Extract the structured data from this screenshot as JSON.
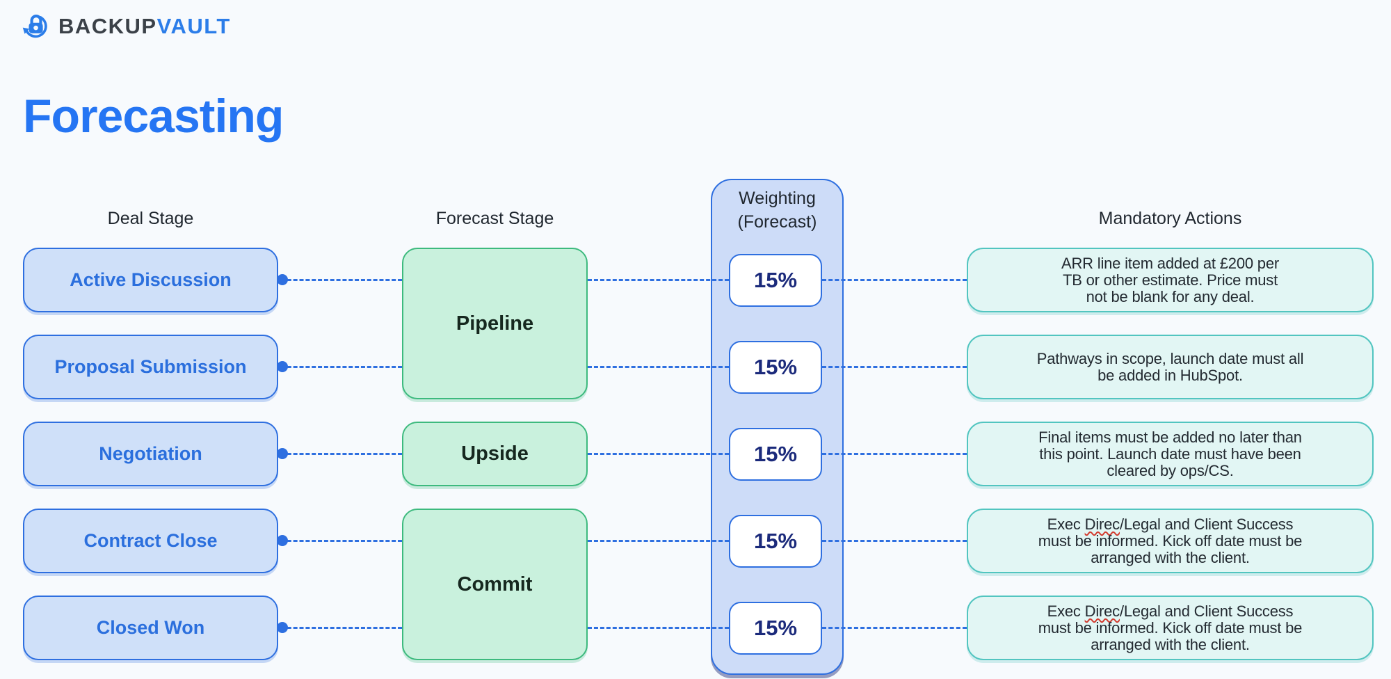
{
  "colors": {
    "background": "#f7fafd",
    "accent_blue": "#2e6fe0",
    "title_blue": "#2575f3",
    "logo_blue": "#2b7de9",
    "deal_box_fill": "#cfe0f9",
    "forecast_box_fill": "#c9f1dd",
    "forecast_box_border": "#3dba7e",
    "weight_panel_fill": "#cddcf8",
    "badge_text_navy": "#1b2a7b",
    "action_box_fill": "#e2f6f4",
    "action_box_border": "#52c5c0",
    "spellcheck_red": "#d23b2f"
  },
  "logo": {
    "icon": "backup-lock-icon",
    "brand_primary": "BACKUP",
    "brand_secondary": "VAULT"
  },
  "title": "Forecasting",
  "headers": {
    "deal_stage": "Deal Stage",
    "forecast_stage": "Forecast Stage",
    "weighting": "Weighting",
    "weighting_sub": "(Forecast)",
    "mandatory_actions": "Mandatory Actions"
  },
  "deal_stages": [
    "Active Discussion",
    "Proposal Submission",
    "Negotiation",
    "Contract Close",
    "Closed Won"
  ],
  "forecast_stages": [
    "Pipeline",
    "Upside",
    "Commit"
  ],
  "weightings": [
    "15%",
    "15%",
    "15%",
    "15%",
    "15%"
  ],
  "mandatory_actions": [
    {
      "line1": "ARR line item added at £200 per",
      "line2": "TB or other estimate. Price must",
      "line3": "not be blank for any deal."
    },
    {
      "line1": "Pathways in scope, launch date must all",
      "line2": "be added in HubSpot."
    },
    {
      "line1": "Final items must be added no later than",
      "line2": "this point. Launch date must have been",
      "line3": "cleared by ops/CS."
    },
    {
      "line1_pre": "Exec ",
      "line1_misspelled": "Direc",
      "line1_post": "/Legal and Client Success",
      "line2": "must be informed. Kick off date must be",
      "line3": "arranged with the client."
    },
    {
      "line1_pre": "Exec ",
      "line1_misspelled": "Direc",
      "line1_post": "/Legal and Client Success",
      "line2": "must be informed. Kick off date must be",
      "line3": "arranged with the client."
    }
  ]
}
